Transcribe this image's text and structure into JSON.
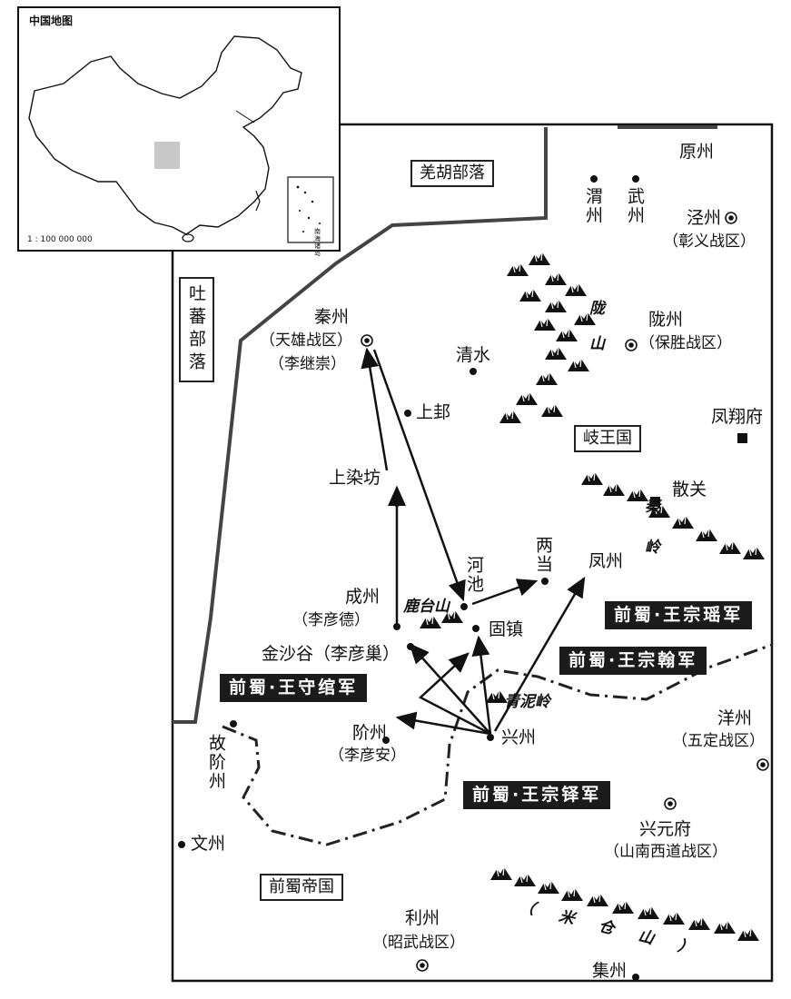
{
  "inset": {
    "title": "中国地图",
    "scale": "1 : 100 000 000",
    "south_sea": "南海诸岛"
  },
  "regions": {
    "qianghu": "羌胡部落",
    "tubo": "吐蕃部落",
    "qiwang": "岐王国",
    "qianshu": "前蜀帝国"
  },
  "places": {
    "yuanzhou": "原州",
    "weizhou": "渭州",
    "wuzhou": "武州",
    "jingzhou": "泾州",
    "jingzhou_sub": "（彰义战区）",
    "qinzhou": "秦州",
    "qinzhou_sub1": "（天雄战区）",
    "qinzhou_sub2": "（李继崇）",
    "qingshui": "清水",
    "longzhou": "陇州",
    "longzhou_sub": "（保胜战区）",
    "longshan": "陇山",
    "shanggui": "上邽",
    "fengxiang": "凤翔府",
    "shangranfang": "上染坊",
    "sanguan": "散关",
    "qinling": "秦岭",
    "hechi": "河池",
    "liangdang": "两当",
    "fengzhou": "凤州",
    "chengzhou": "成州",
    "chengzhou_sub": "（李彦德）",
    "lutaishan": "鹿台山",
    "guzhen": "固镇",
    "jinshagu": "金沙谷（李彦巢）",
    "qingniling": "青泥岭",
    "gujiezhou": "故阶州",
    "jiezhou": "阶州",
    "jiezhou_sub": "（李彦安）",
    "xingzhou": "兴州",
    "yangzhou": "洋州",
    "yangzhou_sub": "（五定战区）",
    "wenzhou": "文州",
    "xingyuanfu": "兴元府",
    "xingyuanfu_sub": "（山南西道战区）",
    "micangshan": "（米仓山）",
    "lizhou": "利州",
    "lizhou_sub": "（昭武战区）",
    "jizhou": "集州"
  },
  "armies": {
    "zongyao": "前蜀·王宗瑶军",
    "zonghan": "前蜀·王宗翰军",
    "shouguan": "前蜀·王守绾军",
    "zongyi": "前蜀·王宗铎军"
  },
  "colors": {
    "ink": "#111111",
    "army_bg": "#1b1b1b",
    "highlight": "#c8c8c8"
  }
}
